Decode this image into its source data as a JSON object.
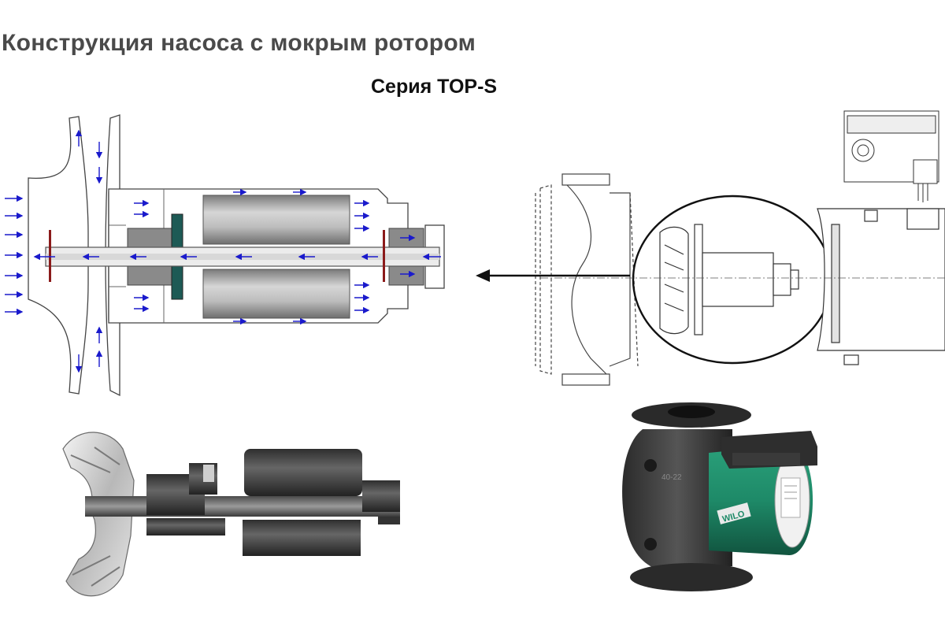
{
  "page": {
    "title": "Конструкция насоса с мокрым ротором",
    "subtitle": "Серия TOP-S"
  },
  "pump_photo": {
    "brand_label": "WILO",
    "casting_mark": "40-22"
  },
  "colors": {
    "flow_arrow": "#1a1acc",
    "rotor_gray": "#9a9a9a",
    "bearing_dark": "#555555",
    "seal_teal": "#1d5a55",
    "seal_red": "#8b1a1a",
    "pump_green": "#1e8a68",
    "outline": "#333333"
  },
  "icons": [
    "flow-arrow-icon",
    "direction-arrow-icon"
  ]
}
